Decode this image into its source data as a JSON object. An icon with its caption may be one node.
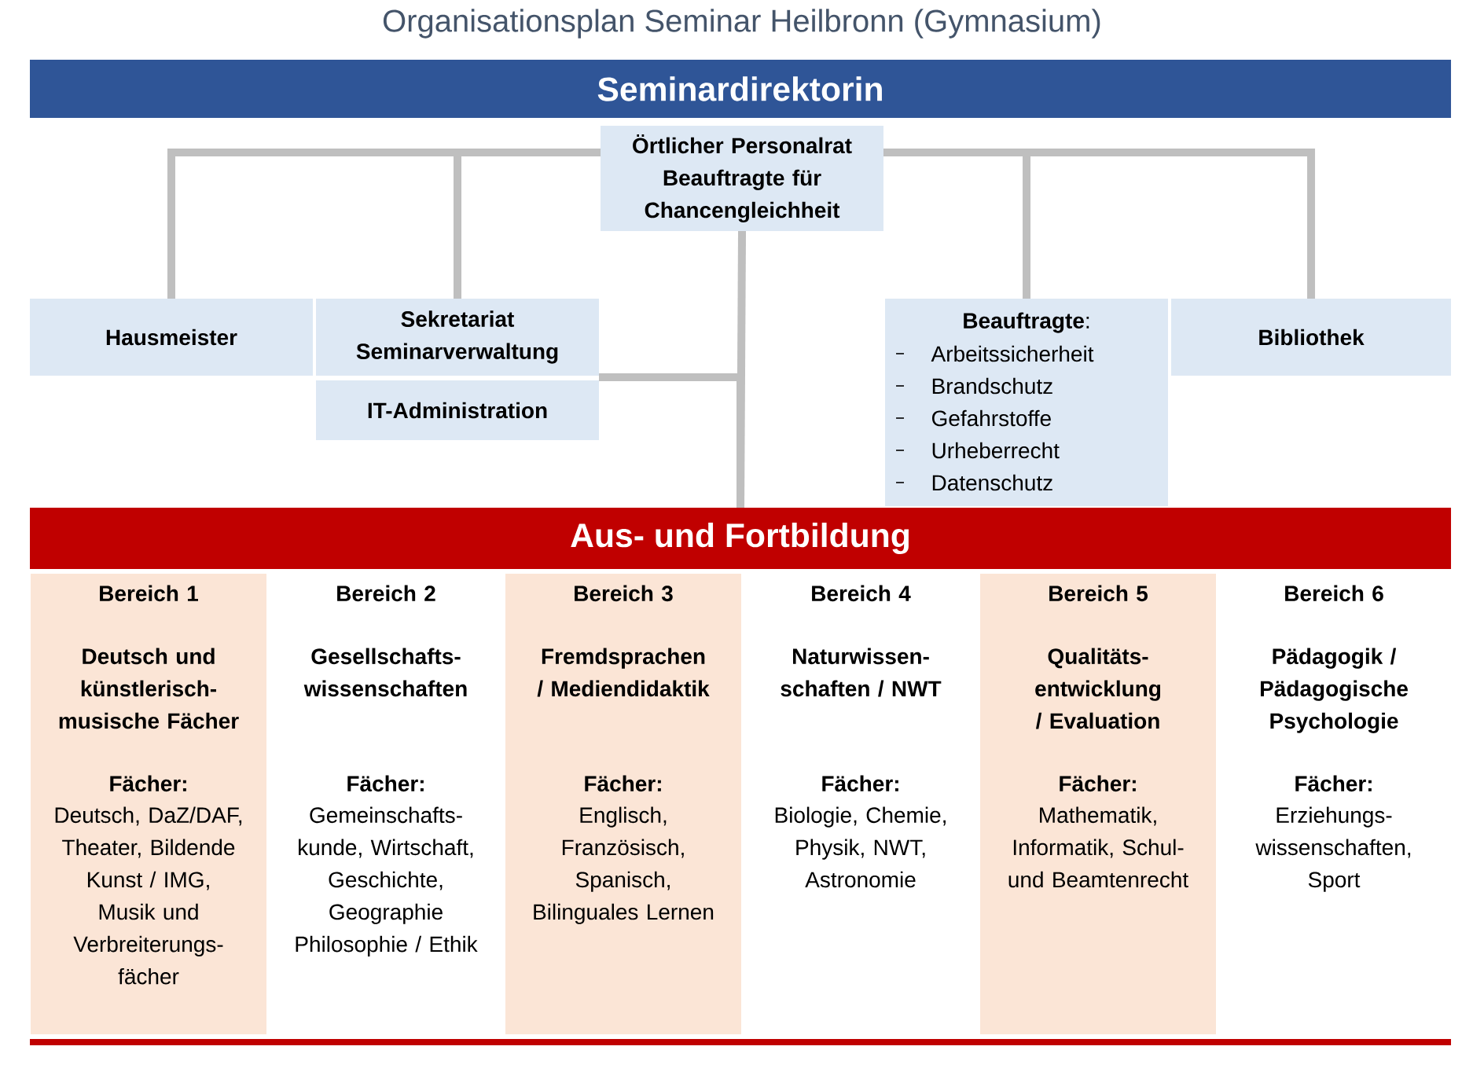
{
  "diagram": {
    "title": "Organisationsplan Seminar Heilbronn (Gymnasium)",
    "nodes": [
      {
        "text": [
          "Seminardirektorin"
        ]
      },
      {
        "text": [
          "Örtlicher Personalrat",
          "Beauftragte für Chancengleichheit"
        ]
      },
      {
        "text": [
          "Hausmeister"
        ]
      },
      {
        "text": [
          "Sekretariat Seminarverwaltung"
        ]
      },
      {
        "text": [
          "IT-Administration"
        ]
      },
      {
        "text": [
          "**Beauftragte**:",
          "Arbeitssicherheit",
          "Brandschutz",
          "Gefahrstoffe",
          "Urheberrecht",
          "Datenschutz"
        ]
      },
      {
        "text": [
          "Bibliothek"
        ]
      },
      {
        "text": [
          "Aus- und Fortbildung"
        ]
      },
      {
        "text": [
          "Bereich 1",
          "Deutsch und künstlerisch-musische Fächer",
          "Fächer:",
          "Deutsch, DaZ/DAF, Theater, Bildende Kunst / IMG, Musik und Verbreiterungs-fächer"
        ]
      },
      {
        "text": [
          "Bereich 2",
          "Gesellschafts-wissenschaften",
          "Fächer:",
          "Gemeinschafts-kunde, Wirtschaft, Geschichte, Geographie Philosophie / Ethik"
        ]
      },
      {
        "text": [
          "Bereich 3",
          "Fremdsprachen / Mediendidaktik",
          "Fächer:",
          "Englisch, Französisch, Spanisch, Bilinguales Lernen"
        ]
      },
      {
        "text": [
          "Bereich 4",
          "Naturwissen-schaften / NWT",
          "Fächer:",
          "Biologie, Chemie, Physik, NWT, Astronomie"
        ]
      },
      {
        "text": [
          "Bereich 5",
          "Qualitäts-entwicklung / Evaluation",
          "Fächer:",
          "Mathematik, Informatik, Schul- und Beamtenrecht"
        ]
      },
      {
        "text": [
          "Bereich 6",
          "Pädagogik / Pädagogische Psychologie",
          "Fächer:",
          "Erziehungs-wissenschaften, Sport"
        ]
      }
    ],
    "edges": [
      {
        "from": 1,
        "to": 2,
        "arrow": "none"
      },
      {
        "from": 1,
        "to": 3,
        "arrow": "none"
      },
      {
        "from": 1,
        "to": 5,
        "arrow": "none"
      },
      {
        "from": 1,
        "to": 6,
        "arrow": "none"
      },
      {
        "from": 1,
        "to": 7,
        "arrow": "none"
      },
      {
        "from": 3,
        "to": 7,
        "arrow": "none"
      }
    ]
  }
}
